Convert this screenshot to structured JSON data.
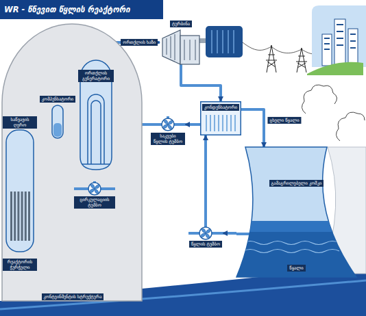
{
  "diagram": {
    "title": "WR - წნევით წყლის რეაქტორი",
    "nodes": [
      {
        "text": [
          "კონტეინმენტის სტრუქტურა"
        ]
      },
      {
        "text": [
          "საწვავის ღერო",
          "რეაქტორის ჭურჭელი"
        ],
        "in": 0
      },
      {
        "text": [
          "კომპენსატორი"
        ],
        "in": 0
      },
      {
        "text": [
          "ორთქლის გენერატორი"
        ],
        "in": 0
      },
      {
        "text": [
          "ცირკულაციის ტუმბო"
        ],
        "in": 0
      },
      {
        "text": [
          "ტურბინა"
        ]
      },
      {
        "text": [
          "კონდენსატორი"
        ]
      },
      {
        "text": [
          "საკვები წყლის ტუმბო"
        ]
      },
      {
        "text": [
          "გამაგრილებელი კოშკი",
          "წყალი"
        ]
      },
      {
        "text": [
          "წყლის ტუმბო"
        ]
      }
    ],
    "edges": [
      {
        "from": 3,
        "to": 5,
        "arrow": "to",
        "label": "ორთქლის ხაზი"
      },
      {
        "from": 5,
        "to": 6,
        "arrow": "to"
      },
      {
        "from": 6,
        "to": 7,
        "arrow": "to"
      },
      {
        "from": 7,
        "to": 3,
        "arrow": "to"
      },
      {
        "from": 3,
        "to": 4,
        "arrow": "to"
      },
      {
        "from": 4,
        "to": 1,
        "arrow": "to"
      },
      {
        "from": 1,
        "to": 3,
        "arrow": "to"
      },
      {
        "from": 2,
        "to": 1,
        "arrow": "none"
      },
      {
        "from": 6,
        "to": 8,
        "arrow": "to",
        "label": "ცხელი წყალი"
      },
      {
        "from": 8,
        "to": 9,
        "arrow": "to"
      },
      {
        "from": 9,
        "to": 6,
        "arrow": "to"
      }
    ]
  }
}
